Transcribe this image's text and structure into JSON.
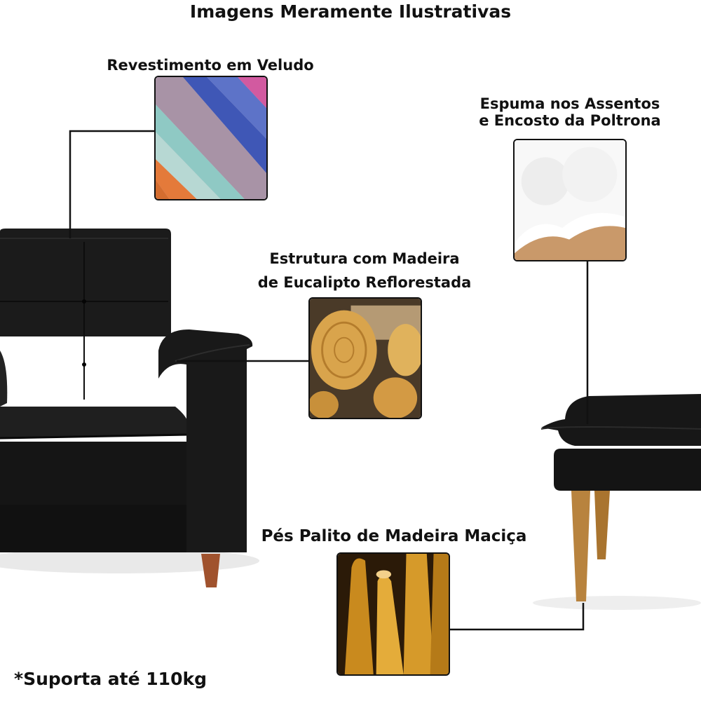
{
  "header": {
    "title": "Imagens Meramente Ilustrativas"
  },
  "callouts": {
    "velvet": {
      "label": "Revestimento em Veludo"
    },
    "foam": {
      "line1": "Espuma nos Assentos",
      "line2": "e Encosto da Poltrona"
    },
    "wood": {
      "line1": "Estrutura com Madeira",
      "line2": "de Eucalipto Reflorestada"
    },
    "feet": {
      "label": "Pés Palito de Madeira Maciça"
    }
  },
  "footnote": {
    "text": "*Suporta até 110kg"
  },
  "colors": {
    "upholstery": "#141414",
    "wood_leg": "#a0522d",
    "foam": "#f7f7f7",
    "log": "#d9a44c"
  }
}
